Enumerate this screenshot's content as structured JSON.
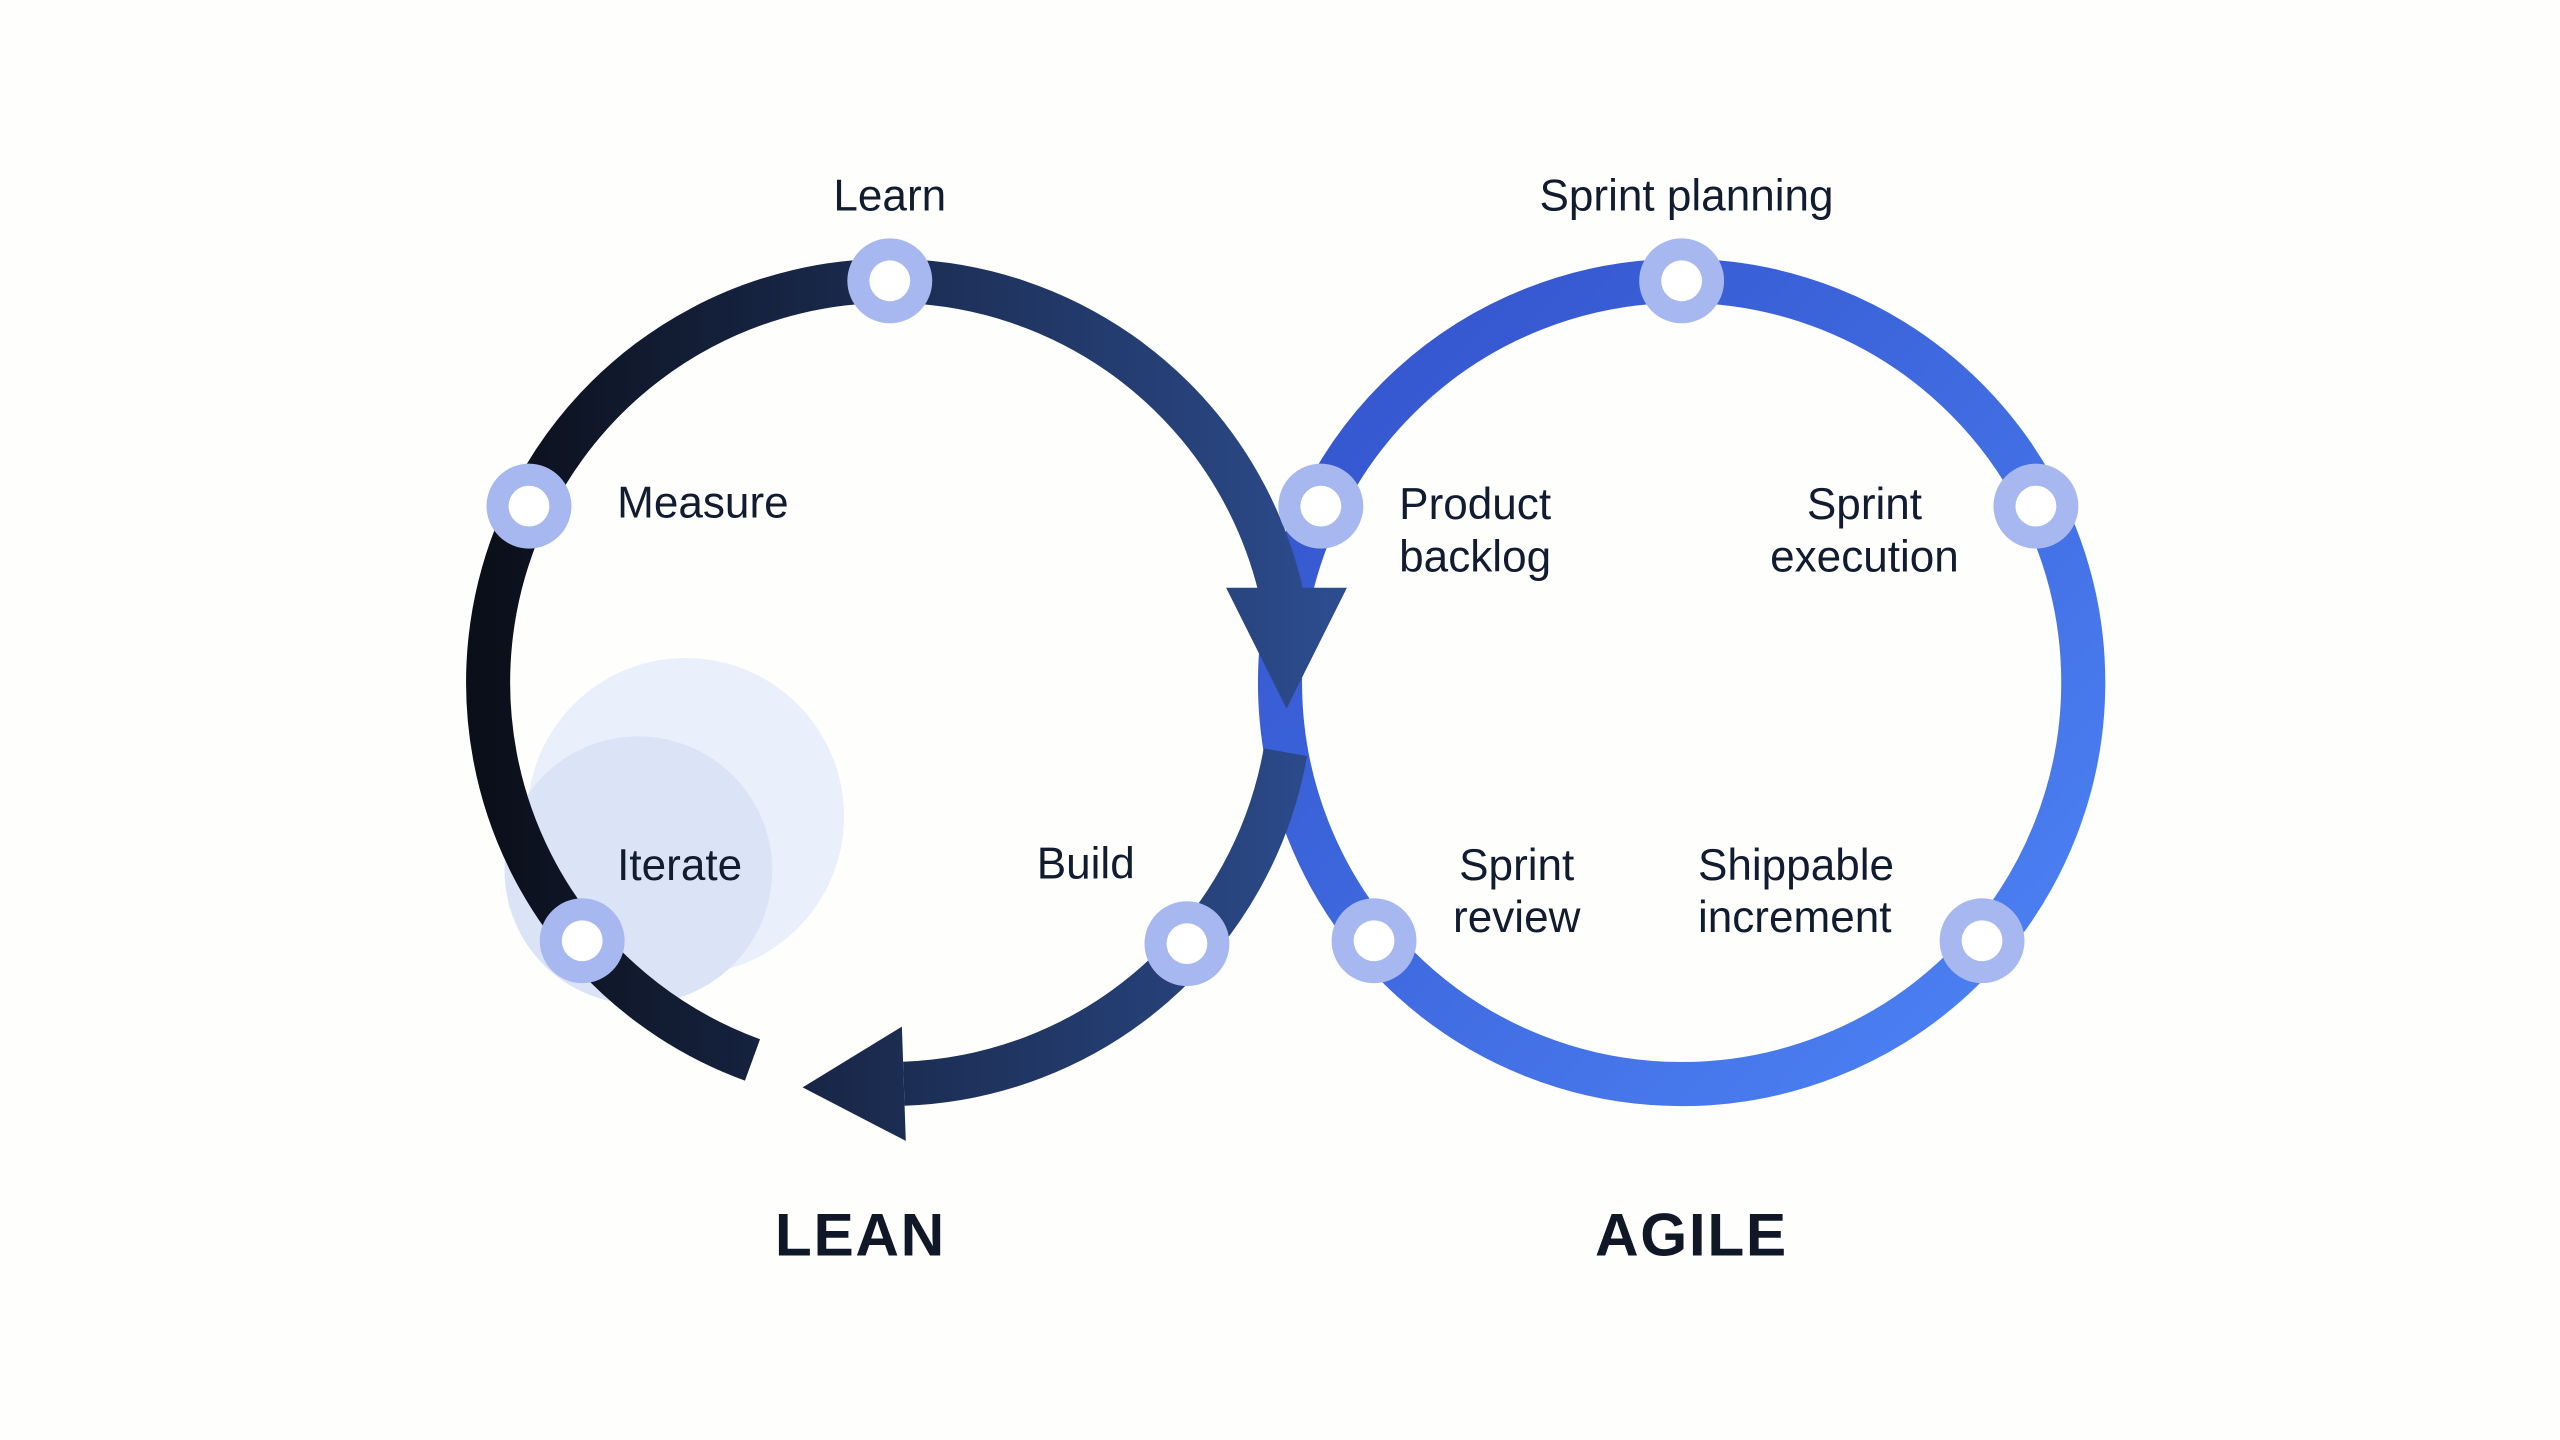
{
  "diagram": {
    "name": "lean-agile-infinity-loop",
    "colors": {
      "background": "#fefefc",
      "lean_ring_dark": "#0b0f1a",
      "lean_ring_light": "#2e4f93",
      "agile_ring_dark": "#3352cb",
      "agile_ring_light": "#4d84f6",
      "node_ring": "#a7b8f0",
      "node_core": "#ffffff",
      "text": "#121c30",
      "blob_light": "#e9effb",
      "blob_dark": "#dbe4f7"
    },
    "lean": {
      "title": "LEAN",
      "nodes": [
        {
          "id": "learn",
          "label": "Learn"
        },
        {
          "id": "measure",
          "label": "Measure"
        },
        {
          "id": "iterate",
          "label": "Iterate"
        },
        {
          "id": "build",
          "label": "Build"
        }
      ]
    },
    "agile": {
      "title": "AGILE",
      "nodes": [
        {
          "id": "sprint_planning",
          "line1": "Sprint planning",
          "line2": ""
        },
        {
          "id": "product_backlog",
          "line1": "Product",
          "line2": "backlog"
        },
        {
          "id": "sprint_execution",
          "line1": "Sprint",
          "line2": "execution"
        },
        {
          "id": "sprint_review",
          "line1": "Sprint",
          "line2": "review"
        },
        {
          "id": "shippable_increment",
          "line1": "Shippable",
          "line2": "increment"
        }
      ]
    }
  }
}
